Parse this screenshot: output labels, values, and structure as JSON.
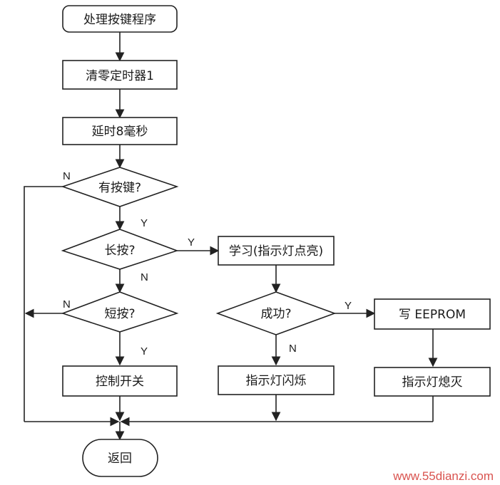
{
  "colors": {
    "stroke": "#222222",
    "watermark": "#d9534f"
  },
  "nodes": {
    "start": "处理按键程序",
    "clear_timer": "清零定时器1",
    "delay": "延时8毫秒",
    "has_key": "有按键?",
    "long_press": "长按?",
    "short_press": "短按?",
    "control_switch": "控制开关",
    "learn": "学习(指示灯点亮)",
    "success": "成功?",
    "indicator_flash": "指示灯闪烁",
    "write_eeprom": "写 EEPROM",
    "indicator_off": "指示灯熄灭",
    "return": "返回"
  },
  "edges": {
    "has_key_no": "N",
    "has_key_yes": "Y",
    "long_press_yes": "Y",
    "long_press_no": "N",
    "short_press_no": "N",
    "short_press_yes": "Y",
    "success_yes": "Y",
    "success_no": "N"
  },
  "watermark": "www.55dianzi.com"
}
